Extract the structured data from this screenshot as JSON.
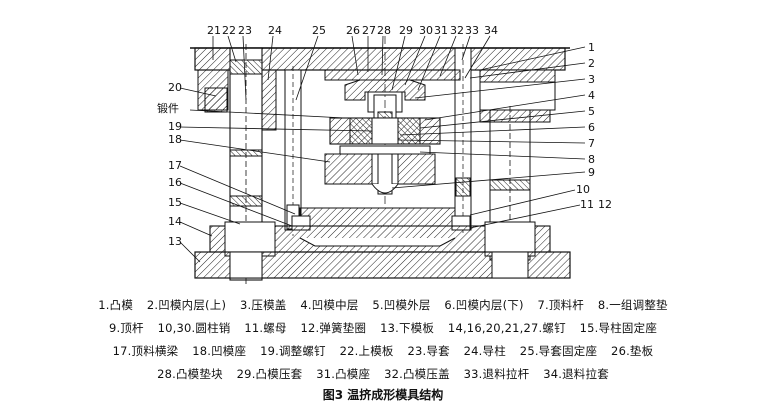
{
  "figure": {
    "callouts": {
      "n1": "1",
      "n2": "2",
      "n3": "3",
      "n4": "4",
      "n5": "5",
      "n6": "6",
      "n7": "7",
      "n8": "8",
      "n9": "9",
      "n10": "10",
      "n11": "11",
      "n12": "12",
      "n13": "13",
      "n14": "14",
      "n15": "15",
      "n16": "16",
      "n17": "17",
      "n18": "18",
      "n19": "19",
      "n20": "20",
      "n21": "21",
      "n22": "22",
      "n23": "23",
      "n24": "24",
      "n25": "25",
      "n26": "26",
      "n27": "27",
      "n28": "28",
      "n29": "29",
      "n30": "30",
      "n31": "31",
      "n32": "32",
      "n33": "33",
      "n34": "34",
      "forging": "锻件"
    },
    "legend": {
      "line1": [
        "1.凸模",
        "2.凹模内层(上)",
        "3.压模盖",
        "4.凹模中层",
        "5.凹模外层",
        "6.凹模内层(下)",
        "7.顶料杆",
        "8.一组调整垫"
      ],
      "line2": [
        "9.顶杆",
        "10,30.圆柱销",
        "11.螺母",
        "12.弹簧垫圈",
        "13.下模板",
        "14,16,20,21,27.螺钉",
        "15.导柱固定座"
      ],
      "line3": [
        "17.顶料横梁",
        "18.凹模座",
        "19.调整螺钉",
        "22.上模板",
        "23.导套",
        "24.导柱",
        "25.导套固定座",
        "26.垫板"
      ],
      "line4": [
        "28.凸模垫块",
        "29.凸模压套",
        "31.凸模座",
        "32.凸模压盖",
        "33.退料拉杆",
        "34.退料拉套"
      ]
    },
    "caption": "图3   温挤成形模具结构"
  }
}
